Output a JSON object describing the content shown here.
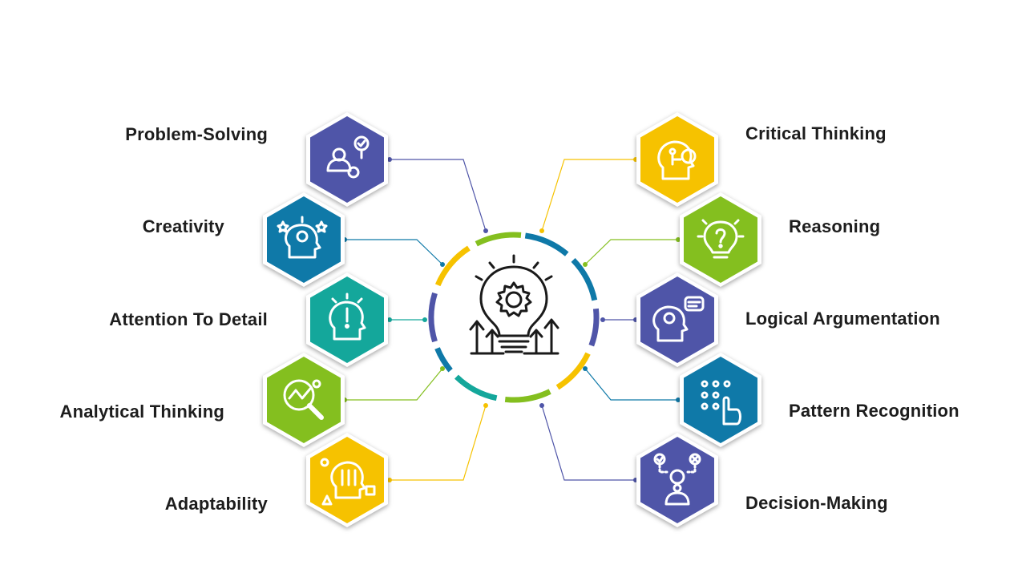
{
  "colors": {
    "purple": "#4f55a8",
    "blue": "#0f79a8",
    "teal": "#14a79b",
    "green": "#84bf1f",
    "yellow": "#f6c200",
    "text": "#1d1d1d"
  },
  "center": {
    "icon": "lightbulb-gear-growth-icon"
  },
  "skills": [
    {
      "label": "Problem-Solving",
      "side": "left",
      "color": "purple",
      "icon": "person-gear-bulb-icon"
    },
    {
      "label": "Creativity",
      "side": "left",
      "color": "blue",
      "icon": "head-bulb-stars-icon"
    },
    {
      "label": "Attention To Detail",
      "side": "left",
      "color": "teal",
      "icon": "head-exclamation-icon"
    },
    {
      "label": "Analytical Thinking",
      "side": "left",
      "color": "green",
      "icon": "magnifier-graph-icon"
    },
    {
      "label": "Adaptability",
      "side": "left",
      "color": "yellow",
      "icon": "head-sliders-shapes-icon"
    },
    {
      "label": "Critical Thinking",
      "side": "right",
      "color": "yellow",
      "icon": "head-circuit-gear-icon"
    },
    {
      "label": "Reasoning",
      "side": "right",
      "color": "green",
      "icon": "bulb-question-icon"
    },
    {
      "label": "Logical Argumentation",
      "side": "right",
      "color": "purple",
      "icon": "head-brain-speech-icon"
    },
    {
      "label": "Pattern Recognition",
      "side": "right",
      "color": "blue",
      "icon": "hand-dot-pattern-icon"
    },
    {
      "label": "Decision-Making",
      "side": "right",
      "color": "purple",
      "icon": "person-choice-icon"
    }
  ]
}
